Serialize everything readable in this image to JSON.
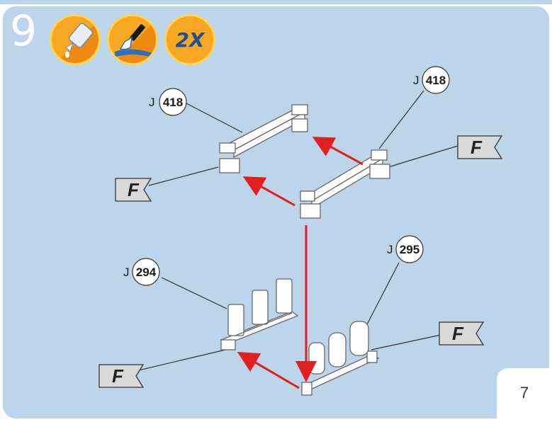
{
  "step": {
    "number": "9"
  },
  "icons": {
    "glue": "glue-bottle-icon",
    "brush": "paint-brush-icon",
    "count_label": "2X"
  },
  "callouts": [
    {
      "letter": "J",
      "number": "418"
    },
    {
      "letter": "J",
      "number": "418"
    },
    {
      "letter": "J",
      "number": "294"
    },
    {
      "letter": "J",
      "number": "295"
    }
  ],
  "flags": [
    {
      "letter": "F"
    },
    {
      "letter": "F"
    },
    {
      "letter": "F"
    },
    {
      "letter": "F"
    }
  ],
  "page": {
    "number": "7"
  },
  "colors": {
    "background": "#bdd5ea",
    "icon_orange": "#f7a823",
    "arrow_red": "#e02020",
    "count_blue": "#1f4f9a"
  }
}
